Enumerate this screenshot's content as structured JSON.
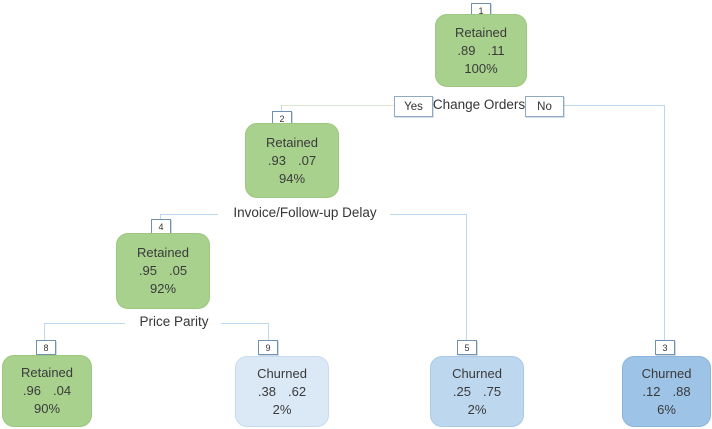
{
  "figure": {
    "type": "decision-tree",
    "description": "Customer churn classification tree"
  },
  "splits": {
    "change_orders": {
      "label": "Change Orders",
      "yes": "Yes",
      "no": "No"
    },
    "invoice_delay": {
      "label": "Invoice/Follow-up Delay"
    },
    "price_parity": {
      "label": "Price Parity"
    }
  },
  "nodes": {
    "n1": {
      "id": "1",
      "label": "Retained",
      "p0": ".89",
      "p1": ".11",
      "pct": "100%"
    },
    "n2": {
      "id": "2",
      "label": "Retained",
      "p0": ".93",
      "p1": ".07",
      "pct": "94%"
    },
    "n4": {
      "id": "4",
      "label": "Retained",
      "p0": ".95",
      "p1": ".05",
      "pct": "92%"
    },
    "n8": {
      "id": "8",
      "label": "Retained",
      "p0": ".96",
      "p1": ".04",
      "pct": "90%"
    },
    "n9": {
      "id": "9",
      "label": "Churned",
      "p0": ".38",
      "p1": ".62",
      "pct": "2%"
    },
    "n5": {
      "id": "5",
      "label": "Churned",
      "p0": ".25",
      "p1": ".75",
      "pct": "2%"
    },
    "n3": {
      "id": "3",
      "label": "Churned",
      "p0": ".12",
      "p1": ".88",
      "pct": "6%"
    }
  },
  "colors": {
    "retained_fill": "#a9d18e",
    "churned_light": "#dbe9f6",
    "churned_medium": "#bdd7ee",
    "churned_dark": "#9dc3e6",
    "branch_line": "#bdd7ee",
    "yes_branch_line": "#dce8d2",
    "text": "#3a3a3a"
  }
}
